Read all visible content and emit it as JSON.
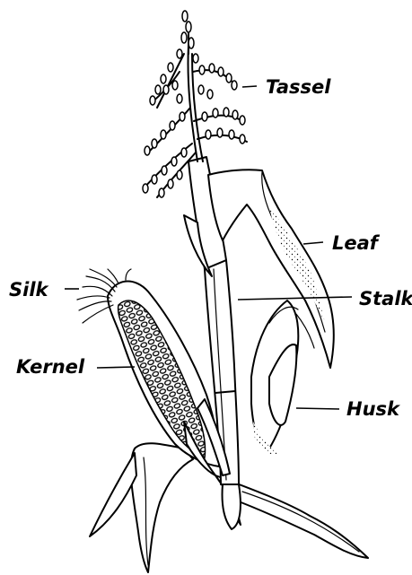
{
  "diagram": {
    "labels": {
      "tassel": "Tassel",
      "leaf": "Leaf",
      "stalk": "Stalk",
      "husk": "Husk",
      "silk": "Silk",
      "kernel": "Kernel"
    }
  }
}
